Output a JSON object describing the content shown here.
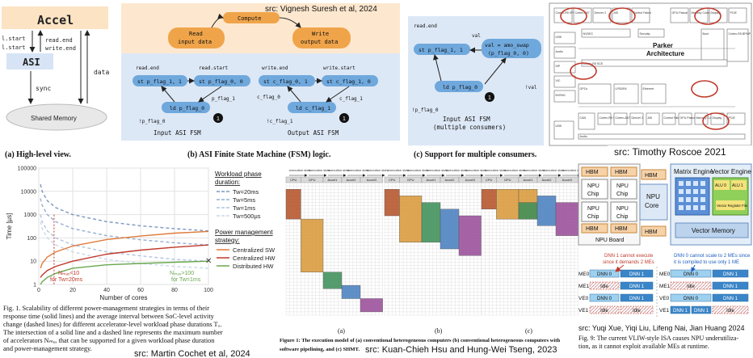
{
  "panel_top_left": {
    "accel": "Accel",
    "lstart1": "l.start",
    "lstart2": "l.start",
    "readend": "read.end",
    "writeend": "write.end",
    "asi": "ASI",
    "sync": "sync",
    "data": "data",
    "shared_memory": "Shared Memory",
    "caption": "(a) High-level view."
  },
  "panel_fsm": {
    "source": "src: Vignesh Suresh et al, 2024",
    "compute": "Compute",
    "read_input_1": "Read",
    "read_input_2": "input data",
    "write_output_1": "Write",
    "write_output_2": "output data",
    "read_end": "read.end",
    "read_start": "read.start",
    "write_end": "write.end",
    "write_start": "write.start",
    "st_p_flag_1": "st p_flag_1, 1",
    "st_p_flag_0": "st p_flag_0, 0",
    "st_c_flag_0": "st c_flag_0, 1",
    "st_c_flag_1": "st c_flag_1, 0",
    "ld_p_flag_0": "ld p_flag_0",
    "ld_c_flag_1": "ld c_flag_1",
    "p_flag_1": "p_flag_1",
    "not_p_flag_0": "!p_flag_0",
    "c_flag_0": "c_flag_0",
    "not_c_flag_1": "!c_flag_1",
    "c_flag_1": "c_flag_1",
    "one": "1",
    "input_fsm": "Input ASI FSM",
    "output_fsm": "Output ASI FSM",
    "caption": "(b) ASI Finite State Machine (FSM) logic."
  },
  "panel_multi": {
    "read_end": "read.end",
    "val": "val",
    "st_p_flag_1": "st p_flag_1, 1",
    "amo_1": "val = amo_swap",
    "amo_2": "(p_flag_0, 0)",
    "ld_p_flag_0": "ld p_flag_0",
    "not_p_flag_0": "!p_flag_0",
    "not_val": "!val",
    "one": "1",
    "title_1": "Input ASI FSM",
    "title_2": "(multiple consumers)",
    "caption": "(c) Support for multiple consumers."
  },
  "panel_parker": {
    "title_1": "Parker",
    "title_2": "Architecture",
    "source": "src: Timothy Roscoe 2021",
    "labels": [
      "Cortex-R5 SPE",
      "Cortex-A57",
      "Denver 2",
      "ASI",
      "Control Fabric",
      "GPU Pascal",
      "Memory Controller",
      "Display",
      "PCIE",
      "USB",
      "Audio",
      "ISP",
      "VIC",
      "NVENC",
      "NVDEC",
      "Security",
      "Boot",
      "Cortex-R5 BPMP",
      "Cortex-R5 SCE",
      "GPCs",
      "LPDDR4",
      "Ethernet",
      "CAN"
    ]
  },
  "panel_chart": {
    "source": "src: Martin Cochet et al, 2024",
    "caption_1": "Fig. 1.  Scalability of different power-management strategies in terms of their",
    "caption_2": "response time (solid lines) and the average interval between SoC-level activity",
    "caption_3": "change (dashed lines) for different accelerator-level workload phase durations Tᵤ.",
    "caption_4": "The intersection of a solid line and a dashed line represents the maximum number",
    "caption_5": "of accelerators Nₘₐₓ that can be supported for a given workload phase duration",
    "caption_6": "and power-management strategy.",
    "legend_title_1": "Workload phase",
    "legend_title_2": "duration:",
    "legend_title_3": "Power management",
    "legend_title_4": "strategy:",
    "annotation_left_1": "Nₘₐₓ<10",
    "annotation_left_2": "for Tw=20ms",
    "annotation_right_1": "Nₘₐₓ>100",
    "annotation_right_2": "for Tw=1ms",
    "colors": {
      "dashed": "#8fa8c8",
      "sw": "#e07a3a",
      "hw": "#c0392b",
      "dist": "#6aa84f"
    }
  },
  "chart_data": {
    "type": "line",
    "xlabel": "Number of cores",
    "ylabel": "Time [µs]",
    "xlim": [
      0,
      100
    ],
    "ylim": [
      1,
      100000
    ],
    "yscale": "log",
    "x_ticks": [
      "0",
      "20",
      "40",
      "60",
      "80",
      "100"
    ],
    "y_ticks": [
      "1",
      "10",
      "100",
      "1000",
      "10000",
      "100000"
    ],
    "grid": true,
    "legend": "right",
    "x": [
      1,
      2,
      5,
      10,
      20,
      40,
      60,
      80,
      100
    ],
    "series": [
      {
        "name": "Tw=20ms",
        "style": "dashed",
        "values": [
          20000,
          10000,
          4000,
          2000,
          1000,
          500,
          333,
          250,
          200
        ]
      },
      {
        "name": "Tw=5ms",
        "style": "dashed",
        "values": [
          5000,
          2500,
          1000,
          500,
          250,
          125,
          83,
          62,
          50
        ]
      },
      {
        "name": "Tw=1ms",
        "style": "dashed",
        "values": [
          1000,
          500,
          200,
          100,
          50,
          25,
          17,
          12,
          10
        ]
      },
      {
        "name": "Tw=500µs",
        "style": "dashed",
        "values": [
          500,
          250,
          100,
          50,
          25,
          12,
          8,
          6,
          5
        ]
      },
      {
        "name": "Centralized SW",
        "style": "solid",
        "values": [
          5,
          8,
          15,
          25,
          45,
          85,
          120,
          160,
          190
        ]
      },
      {
        "name": "Centralized HW",
        "style": "solid",
        "values": [
          2,
          2.5,
          4,
          6,
          10,
          20,
          30,
          40,
          50
        ]
      },
      {
        "name": "Distributed HW",
        "style": "solid",
        "values": [
          1,
          1.3,
          2,
          3,
          5,
          7,
          8,
          9,
          10
        ]
      }
    ]
  },
  "panel_exec": {
    "header": "execution slots",
    "cols_a": [
      "CPU",
      "GPU",
      "Accel1",
      "Accel2",
      "Accel3"
    ],
    "cols_b": [
      "CPU",
      "GPU",
      "Accel1",
      "Accel2",
      "Accel3"
    ],
    "cols_c": [
      "CPU",
      "GPU",
      "Accel1",
      "Accel2",
      "Accel3"
    ],
    "sub_a": "(a)",
    "sub_b": "(b)",
    "sub_c": "(c)",
    "caption_1": "Figure 1: The execution model of (a) conventional heterogeneous computers (b) conventional heterogeneous computers with",
    "caption_2": "software pipelining, and (c) SHMT.",
    "source": "src: Kuan-Chieh Hsu and Hung-Wei Tseng, 2023"
  },
  "panel_npu": {
    "hbm": "HBM",
    "npu_chip_1": "NPU",
    "npu_chip_2": "Chip",
    "npu_board": "NPU Board",
    "npu_core_1": "NPU",
    "npu_core_2": "Core",
    "matrix_engine": "Matrix Engine",
    "vector_engine": "Vector Engine",
    "alu0": "ALU 0",
    "alu1": "ALU 1",
    "vreg": "Vector Register File",
    "vector_memory": "Vector Memory",
    "note_left_1": "DNN 1 cannot execute",
    "note_left_2": "since it demands 2 MEs",
    "note_right_1": "DNN 0 cannot scale to 2 MEs since",
    "note_right_2": "it is compiled to use only 1 ME",
    "rows": [
      "ME0",
      "ME1",
      "VE0",
      "VE1"
    ],
    "dnn0": "DNN 0",
    "dnn1": "DNN 1",
    "idle": "Idle",
    "source": "src: Yuqi Xue, Yiqi Liu, Lifeng Nai, Jian Huang 2024",
    "caption_1": "Fig. 9: The current VLIW-style ISA causes NPU underutiliza-",
    "caption_2": "tion, as it cannot exploit available MEs at runtime."
  }
}
